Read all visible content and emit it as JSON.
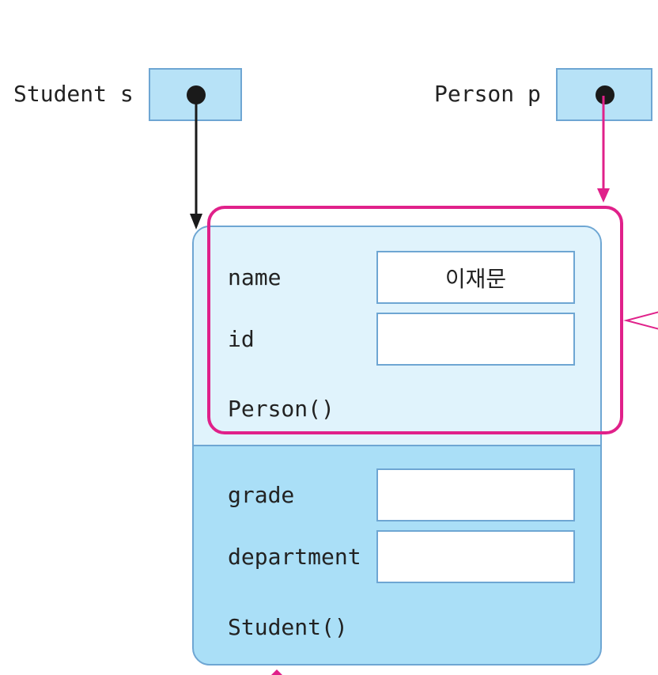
{
  "variables": {
    "student": {
      "label": "Student s"
    },
    "person": {
      "label": "Person p"
    }
  },
  "object": {
    "person_part": {
      "fields": [
        {
          "name": "name",
          "value": "이재문"
        },
        {
          "name": "id",
          "value": ""
        }
      ],
      "constructor": "Person()"
    },
    "student_part": {
      "fields": [
        {
          "name": "grade",
          "value": ""
        },
        {
          "name": "department",
          "value": ""
        }
      ],
      "constructor": "Student()"
    }
  },
  "colors": {
    "reference_box": "#b7e2f7",
    "object_border": "#6ea6d3",
    "person_part_fill": "#e0f3fc",
    "student_part_fill": "#aadff7",
    "person_highlight": "#e0218a",
    "student_arrow": "#1a1a1a"
  }
}
